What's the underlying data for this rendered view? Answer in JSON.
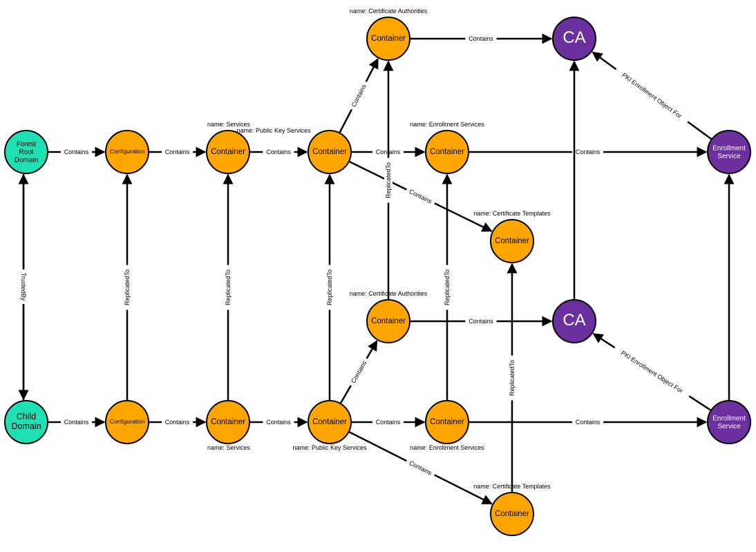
{
  "colors": {
    "domain": "#1fe0b4",
    "container": "#ffa500",
    "pki": "#6b2f9e",
    "edge": "#000000"
  },
  "nodes": [
    {
      "id": "forest",
      "text": "Forest\nRoot\nDomain",
      "kind": "domain",
      "caption": ""
    },
    {
      "id": "conf1",
      "text": "Configuration",
      "kind": "container",
      "caption": ""
    },
    {
      "id": "serv1",
      "text": "Container",
      "kind": "container",
      "caption": "name: Services"
    },
    {
      "id": "pks1",
      "text": "Container",
      "kind": "container",
      "caption": "name: Public Key Services"
    },
    {
      "id": "ca_cont1",
      "text": "Container",
      "kind": "container",
      "caption": "name: Certificate Authorities"
    },
    {
      "id": "enr_cont1",
      "text": "Container",
      "kind": "container",
      "caption": "name: Enrollment Services"
    },
    {
      "id": "ct1",
      "text": "Container",
      "kind": "container",
      "caption": "name: Certificate Templates"
    },
    {
      "id": "ca1",
      "text": "CA",
      "kind": "pki",
      "caption": ""
    },
    {
      "id": "es1",
      "text": "Enrollment\nService",
      "kind": "pki",
      "caption": ""
    },
    {
      "id": "child",
      "text": "Child\nDomain",
      "kind": "domain",
      "caption": ""
    },
    {
      "id": "conf2",
      "text": "Configuration",
      "kind": "container",
      "caption": ""
    },
    {
      "id": "serv2",
      "text": "Container",
      "kind": "container",
      "caption": "name: Services"
    },
    {
      "id": "pks2",
      "text": "Container",
      "kind": "container",
      "caption": "name: Public Key Services"
    },
    {
      "id": "ca_cont2",
      "text": "Container",
      "kind": "container",
      "caption": "name: Certificate Authorities"
    },
    {
      "id": "enr_cont2",
      "text": "Container",
      "kind": "container",
      "caption": "name: Enrollment Services"
    },
    {
      "id": "ct2",
      "text": "Container",
      "kind": "container",
      "caption": "name: Certificate Templates"
    },
    {
      "id": "ca2",
      "text": "CA",
      "kind": "pki",
      "caption": ""
    },
    {
      "id": "es2",
      "text": "Enrollment\nService",
      "kind": "pki",
      "caption": ""
    }
  ],
  "edges": [
    {
      "from": "forest",
      "to": "conf1",
      "label": "Contains"
    },
    {
      "from": "conf1",
      "to": "serv1",
      "label": "Contains"
    },
    {
      "from": "serv1",
      "to": "pks1",
      "label": "Contains"
    },
    {
      "from": "pks1",
      "to": "ca_cont1",
      "label": "Contains"
    },
    {
      "from": "pks1",
      "to": "enr_cont1",
      "label": "Contains"
    },
    {
      "from": "pks1",
      "to": "ct1",
      "label": "Contains"
    },
    {
      "from": "ca_cont1",
      "to": "ca1",
      "label": "Contains"
    },
    {
      "from": "enr_cont1",
      "to": "es1",
      "label": "Contains"
    },
    {
      "from": "es1",
      "to": "ca1",
      "label": "PKI Enrollment Object For"
    },
    {
      "from": "child",
      "to": "conf2",
      "label": "Contains"
    },
    {
      "from": "conf2",
      "to": "serv2",
      "label": "Contains"
    },
    {
      "from": "serv2",
      "to": "pks2",
      "label": "Contains"
    },
    {
      "from": "pks2",
      "to": "ca_cont2",
      "label": "Contains"
    },
    {
      "from": "pks2",
      "to": "enr_cont2",
      "label": "Contains"
    },
    {
      "from": "pks2",
      "to": "ct2",
      "label": "Contains"
    },
    {
      "from": "ca_cont2",
      "to": "ca2",
      "label": "Contains"
    },
    {
      "from": "enr_cont2",
      "to": "es2",
      "label": "Contains"
    },
    {
      "from": "es2",
      "to": "ca2",
      "label": "PKI Enrollment Object For"
    },
    {
      "from": "child",
      "to": "forest",
      "label": "TrustedBy"
    },
    {
      "from": "forest",
      "to": "child",
      "label": "TrustedBy"
    },
    {
      "from": "conf2",
      "to": "conf1",
      "label": "ReplicatedTo"
    },
    {
      "from": "serv2",
      "to": "serv1",
      "label": "ReplicatedTo"
    },
    {
      "from": "pks2",
      "to": "pks1",
      "label": "ReplicatedTo"
    },
    {
      "from": "ca_cont2",
      "to": "ca_cont1",
      "label": "ReplicatedTo"
    },
    {
      "from": "enr_cont2",
      "to": "enr_cont1",
      "label": "ReplicatedTo"
    },
    {
      "from": "ct2",
      "to": "ct1",
      "label": "ReplicatedTo"
    },
    {
      "from": "ca2",
      "to": "ca1",
      "label": ""
    },
    {
      "from": "es2",
      "to": "es1",
      "label": ""
    }
  ]
}
